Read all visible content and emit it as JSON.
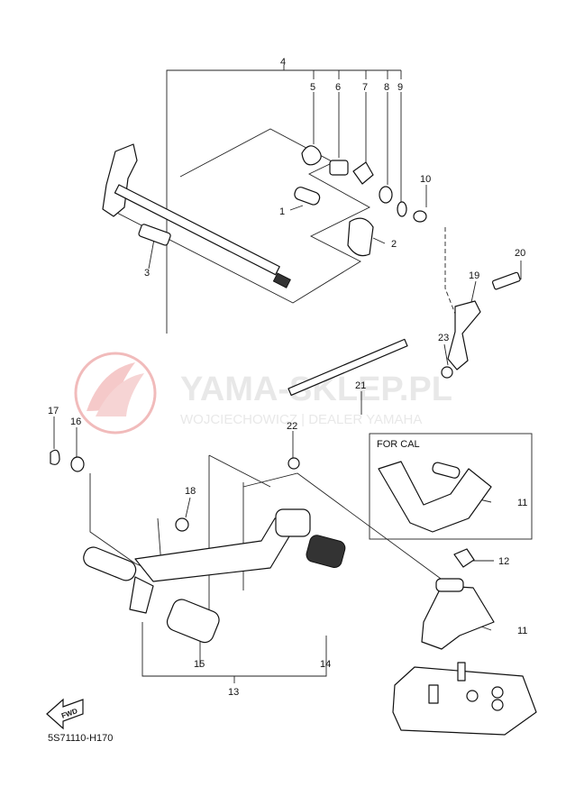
{
  "watermark": {
    "brand": "YAMA-SKLEP.PL",
    "subtitle": "WOJCIECHOWICZ | DEALER YAMAHA"
  },
  "inset": {
    "title": "FOR CAL"
  },
  "callouts": {
    "p1": "1",
    "p2": "2",
    "p3": "3",
    "p4": "4",
    "p5": "5",
    "p6": "6",
    "p7": "7",
    "p8": "8",
    "p9": "9",
    "p10": "10",
    "p11a": "11",
    "p11b": "11",
    "p12": "12",
    "p13": "13",
    "p14": "14",
    "p15": "15",
    "p16": "16",
    "p17": "17",
    "p18": "18",
    "p19": "19",
    "p20": "20",
    "p21": "21",
    "p22": "22",
    "p23": "23"
  },
  "fwd_label": "FWD",
  "diagram_code": "5S71110-H170",
  "colors": {
    "watermark_red": "#e8a8a8",
    "watermark_text": "#e9e9e9",
    "line": "#222222"
  }
}
